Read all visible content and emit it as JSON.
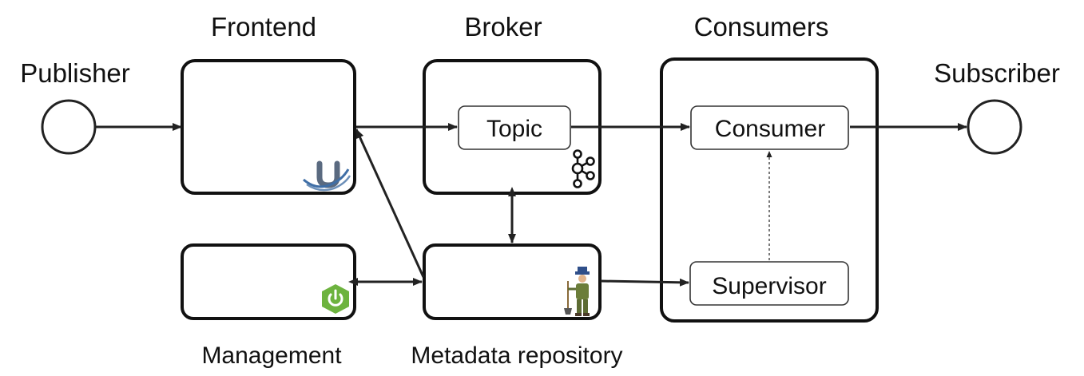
{
  "labels": {
    "publisher": "Publisher",
    "frontend": "Frontend",
    "broker": "Broker",
    "consumers": "Consumers",
    "subscriber": "Subscriber",
    "management": "Management",
    "metadata_repository": "Metadata repository",
    "topic": "Topic",
    "consumer": "Consumer",
    "supervisor": "Supervisor"
  },
  "icons": {
    "frontend": "undertow-logo-icon",
    "broker": "kafka-logo-icon",
    "management": "spring-power-icon",
    "metadata_repository": "zookeeper-keeper-icon"
  },
  "colors": {
    "stroke": "#222222",
    "spring_green": "#6db33f",
    "undertow_blue": "#3f6ea6"
  }
}
